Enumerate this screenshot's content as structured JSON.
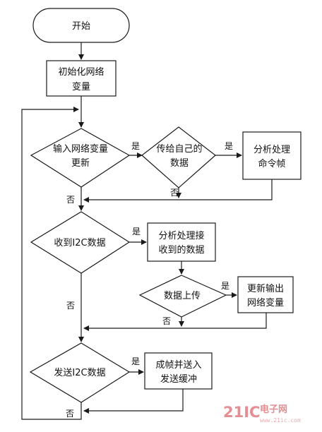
{
  "nodes": {
    "start": "开始",
    "init": [
      "初始化网络",
      "变量"
    ],
    "dec_update": [
      "输入网络变量",
      "更新"
    ],
    "pass_data": [
      "传给自己的",
      "数据"
    ],
    "analyze_cmd": [
      "分析处理",
      "命令帧"
    ],
    "dec_i2c_recv": "收到I2C数据",
    "analyze_recv": [
      "分析处理接",
      "收到的数据"
    ],
    "dec_upload": "数据上传",
    "update_out": [
      "更新输出",
      "网络变量"
    ],
    "dec_i2c_send": "发送I2C数据",
    "frame_send": [
      "成帧并送入",
      "发送缓冲"
    ]
  },
  "labels": {
    "yes": "是",
    "no": "否"
  },
  "watermark": {
    "logo": "21IC",
    "brand": "电子网",
    "url": "www.21ic.com"
  },
  "colors": {
    "line": "#1a1a1a",
    "watermark": "#e07a80"
  }
}
